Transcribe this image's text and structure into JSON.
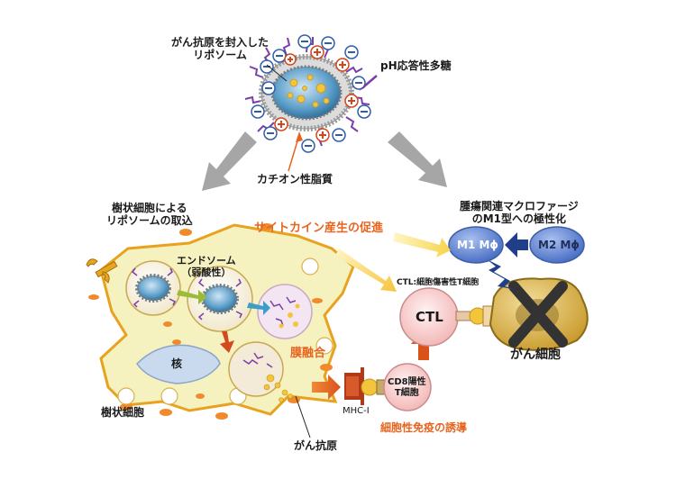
{
  "labels": {
    "liposome_line1": "がん抗原を封入した",
    "liposome_line2": "リポソーム",
    "ph_polysaccharide": "pH応答性多糖",
    "cationic_lipid": "カチオン性脂質",
    "dc_uptake_line1": "樹状細胞による",
    "dc_uptake_line2": "リポソームの取込",
    "tam_line1": "腫瘍関連マクロファージ",
    "tam_line2": "のM1型への極性化",
    "cytokine": "サイトカイン産生の促進",
    "m1": "M1 Mϕ",
    "m2": "M2 Mϕ",
    "endosome_line1": "エンドソーム",
    "endosome_line2": "（弱酸性）",
    "ctl_def": "CTL:細胞傷害性T細胞",
    "ctl": "CTL",
    "nucleus": "核",
    "membrane_fusion": "膜融合",
    "cancer_cell": "がん細胞",
    "cd8_line1": "CD8陽性",
    "cd8_line2": "T細胞",
    "mhc": "MHC-I",
    "dendritic_cell": "樹状細胞",
    "immunity": "細胞性免疫の誘導",
    "cancer_antigen": "がん抗原"
  },
  "colors": {
    "accent_orange": "#e8641e",
    "cell_fill": "#f5f2c0",
    "cell_border": "#e8a21f",
    "macrophage_blue": "#5a7fd0",
    "ctl_pink": "#f7c6c6",
    "arrow_gray": "#a6a6a6",
    "polysaccharide_purple": "#7a3fa8"
  }
}
